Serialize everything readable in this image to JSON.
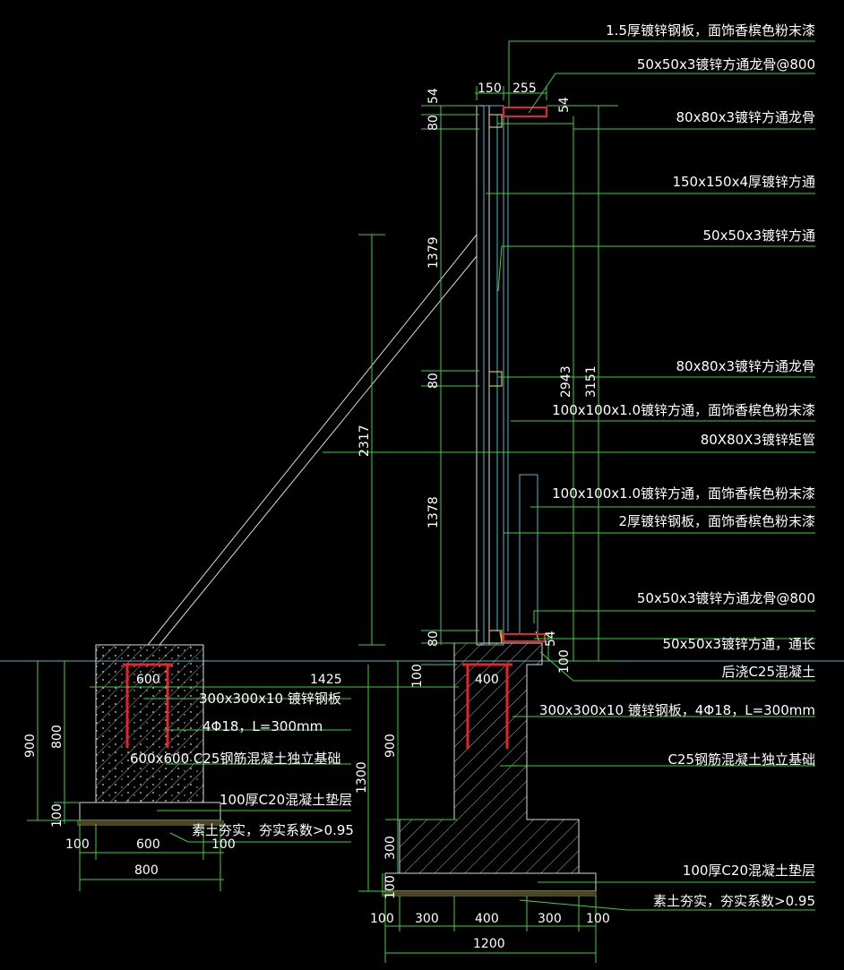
{
  "colors": {
    "background": "#000000",
    "leader": "#3cd23c",
    "text": "#ffffff",
    "steel": "#e8212b",
    "ground": "#4fb7c9",
    "concrete": "#d8d8d8",
    "accent": "#d9c35a"
  },
  "notes_right": [
    "1.5厚镀锌钢板，面饰香槟色粉末漆",
    "50x50x3镀锌方通龙骨@800",
    "80x80x3镀锌方通龙骨",
    "150x150x4厚镀锌方通",
    "50x50x3镀锌方通",
    "80x80x3镀锌方通龙骨",
    "100x100x1.0镀锌方通，面饰香槟色粉末漆",
    "80X80X3镀锌矩管",
    "100x100x1.0镀锌方通，面饰香槟色粉末漆",
    "2厚镀锌钢板，面饰香槟色粉末漆",
    "50x50x3镀锌方通龙骨@800",
    "50x50x3镀锌方通，通长",
    "后浇C25混凝土",
    "300x300x10  镀锌钢板，4Φ18，L=300mm",
    "C25钢筋混凝土独立基础",
    "100厚C20混凝土垫层",
    "素土夯实，夯实系数>0.95"
  ],
  "notes_left": [
    "300x300x10  镀锌钢板",
    "4Φ18，L=300mm",
    "600x600  C25钢筋混凝土独立基础",
    "100厚C20混凝土垫层",
    "素土夯实，夯实系数>0.95"
  ],
  "dims": {
    "top_150": "150",
    "top_255": "255",
    "v_54_top": "54",
    "v_80_top": "80",
    "v_54_right": "54",
    "v_1379": "1379",
    "v_80_mid": "80",
    "v_2317": "2317",
    "v_2943": "2943",
    "v_3151": "3151",
    "v_1378": "1378",
    "v_80_bot": "80",
    "v_54_bot": "54",
    "v_100_right": "100",
    "h_1425": "1425",
    "h_600_top": "600",
    "h_400_top": "400",
    "v_100_mid": "100",
    "v_900_left": "900",
    "v_800_left": "800",
    "v_100_left": "100",
    "v_900_right": "900",
    "v_1300": "1300",
    "v_300": "300",
    "v_100_bot": "100",
    "left_b1": "100",
    "left_b2": "600",
    "left_b3": "100",
    "left_total": "800",
    "right_b1": "100",
    "right_b2": "300",
    "right_b3": "400",
    "right_b4": "300",
    "right_b5": "100",
    "right_total": "1200"
  }
}
